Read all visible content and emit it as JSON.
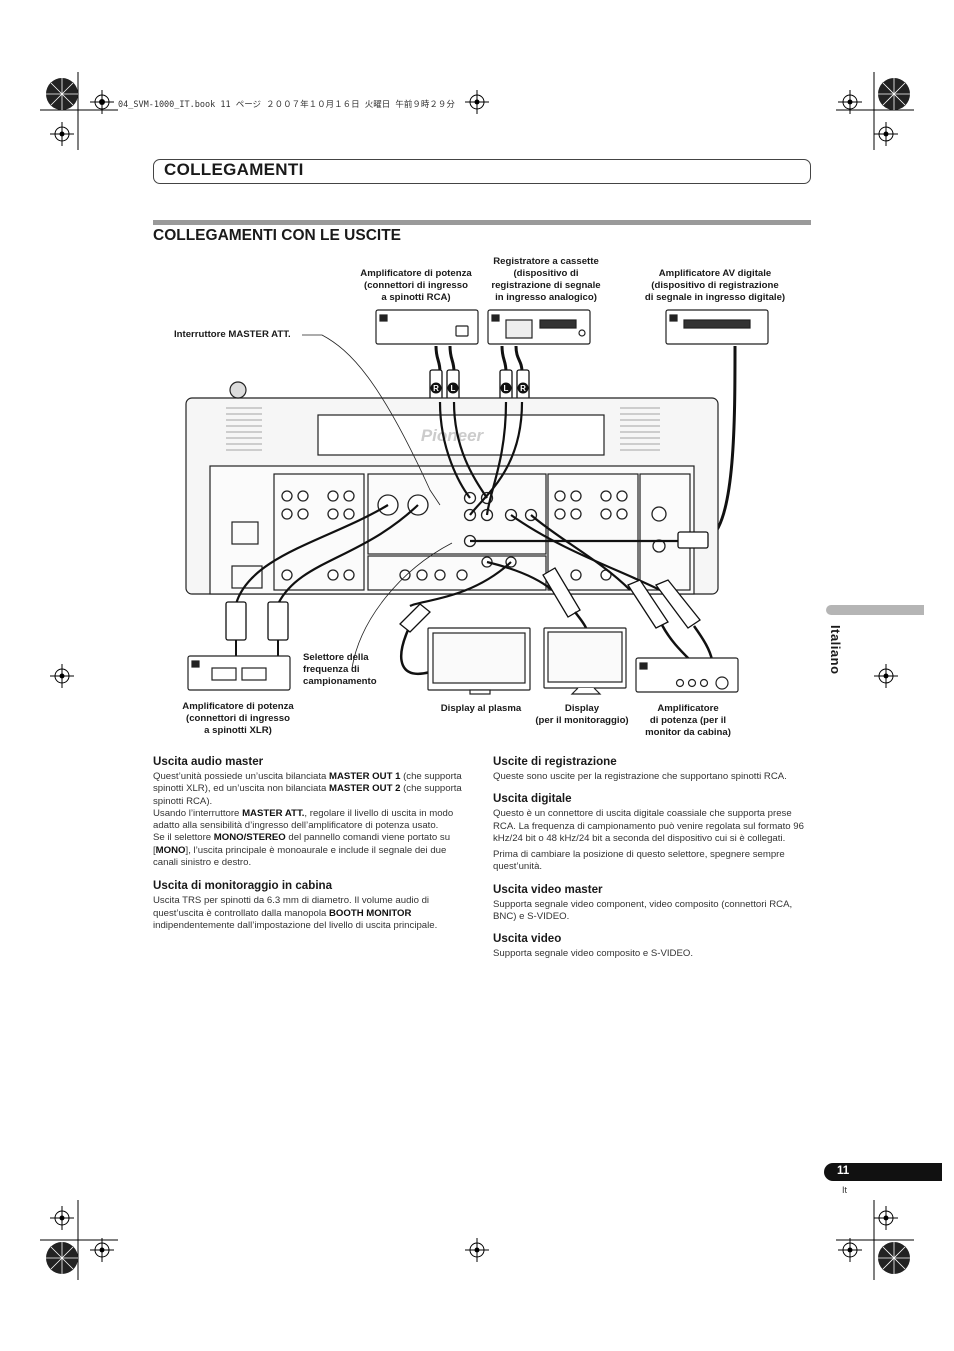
{
  "file_info": "04_SVM-1000_IT.book  11 ページ  ２００７年１０月１６日  火曜日  午前９時２９分",
  "chapter": "Collegamenti",
  "section": "Collegamenti con le uscite",
  "language_tab": "Italiano",
  "page_number": "11",
  "page_lang": "It",
  "diagram": {
    "amp_rca": "Amplificatore di potenza\n(connettori di ingresso\na spinotti RCA)",
    "cassette": "Registratore a cassette\n(dispositivo di\nregistrazione di segnale\nin ingresso analogico)",
    "av_digital": "Amplificatore AV digitale\n(dispositivo di registrazione\ndi segnale in ingresso digitale)",
    "master_att": "Interruttore MASTER ATT.",
    "sample_rate": "Selettore della\nfrequenza di\ncampionamento",
    "amp_xlr": "Amplificatore di potenza\n(connettori di ingresso\na spinotti XLR)",
    "plasma": "Display al plasma",
    "display_monitor": "Display\n(per il monitoraggio)",
    "amp_booth": "Amplificatore\ndi potenza (per il\nmonitor da cabina)",
    "brand": "Pioneer",
    "plug_r": "R",
    "plug_l": "L"
  },
  "left_column": {
    "master_title": "Uscita audio master",
    "master_text": [
      {
        "t": "Quest’unità possiede un’uscita bilanciata "
      },
      {
        "t": "MASTER OUT 1",
        "b": true
      },
      {
        "t": " (che supporta spinotti XLR), ed un’uscita non bilanciata "
      },
      {
        "t": "MASTER OUT 2",
        "b": true
      },
      {
        "t": " (che supporta spinotti RCA)."
      },
      {
        "br": true
      },
      {
        "t": "Usando l’interruttore "
      },
      {
        "t": "MASTER ATT.",
        "b": true
      },
      {
        "t": ", regolare il livello di uscita in modo adatto alla sensibilità d’ingresso dell’amplificatore di potenza usato."
      },
      {
        "br": true
      },
      {
        "t": "Se il selettore "
      },
      {
        "t": "MONO/STEREO",
        "b": true
      },
      {
        "t": " del pannello comandi viene portato su ["
      },
      {
        "t": "MONO",
        "b": true
      },
      {
        "t": "], l’uscita principale è monoaurale e include il segnale dei due canali sinistro e destro."
      }
    ],
    "booth_title": "Uscita di monitoraggio in cabina",
    "booth_text": [
      {
        "t": "Uscita TRS per spinotti da 6.3 mm di diametro. Il volume audio di quest’uscita è controllato dalla manopola "
      },
      {
        "t": "BOOTH MONITOR",
        "b": true
      },
      {
        "t": " indipendentemente dall’impostazione del livello di uscita principale."
      }
    ]
  },
  "right_column": {
    "rec_title": "Uscite di registrazione",
    "rec_text": "Queste sono uscite per la registrazione che supportano spinotti RCA.",
    "digital_title": "Uscita digitale",
    "digital_text1": "Questo è un connettore di uscita digitale coassiale che supporta prese RCA. La frequenza di campionamento può venire regolata sul formato 96 kHz/24 bit o 48 kHz/24 bit a seconda del dispositivo cui si è collegati.",
    "digital_text2": "Prima di cambiare la posizione di questo selettore, spegnere sempre quest’unità.",
    "video_master_title": "Uscita video master",
    "video_master_text": "Supporta segnale video component, video composito (connettori RCA, BNC) e S-VIDEO.",
    "video_title": "Uscita video",
    "video_text": "Supporta segnale video composito e S-VIDEO."
  }
}
